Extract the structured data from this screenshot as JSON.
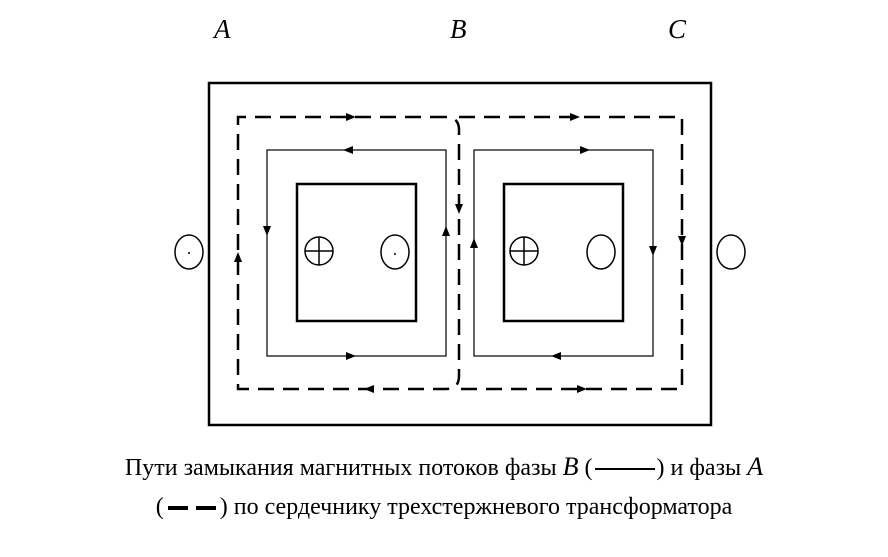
{
  "labels": {
    "a": "A",
    "b": "B",
    "c": "C"
  },
  "caption": {
    "line1_text": "Пути замыкания магнитных потоков фазы",
    "phase_b": "B",
    "open_paren": "(",
    "close_and": ") и фазы",
    "phase_a": "A",
    "line2_open": "(",
    "line2_text": ")  по сердечнику трехстержневого трансформатора"
  },
  "icons": [
    "dot-circle-icon",
    "cross-circle-icon",
    "flux-arrow-icon"
  ],
  "colors": {
    "stroke": "#000000",
    "background": "#ffffff"
  }
}
